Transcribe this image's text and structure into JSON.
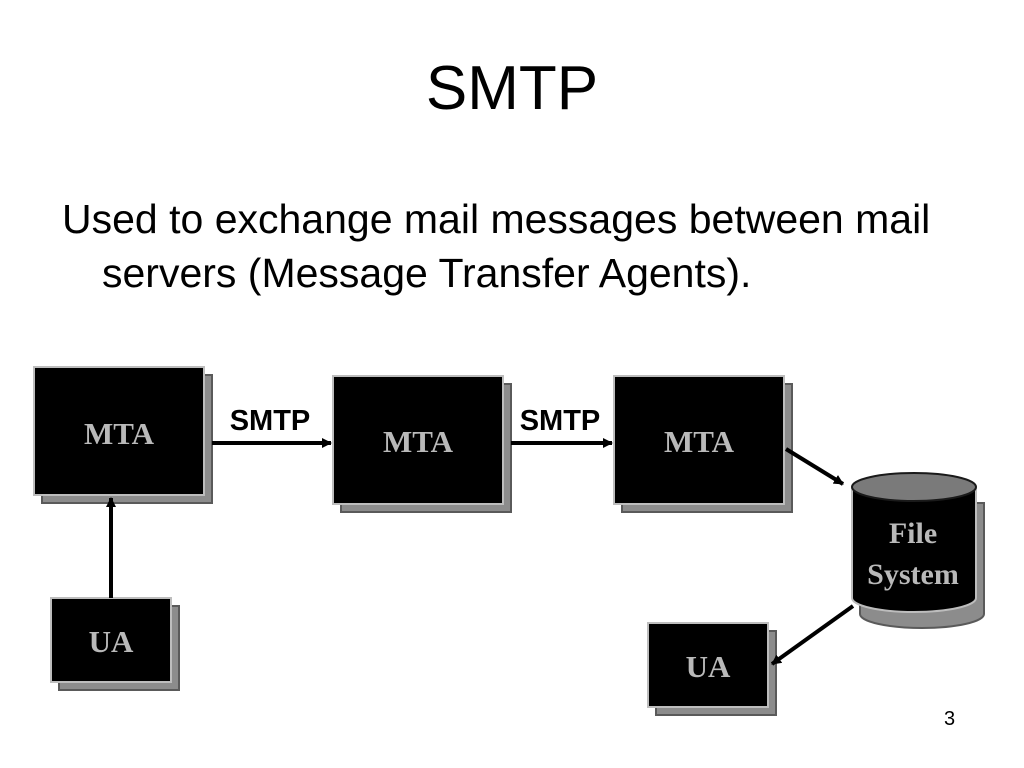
{
  "slide": {
    "title": "SMTP",
    "bullet": "Used to exchange mail messages between mail servers (Message Transfer Agents).",
    "page_number": "3"
  },
  "diagram": {
    "mta_1": "MTA",
    "mta_2": "MTA",
    "mta_3": "MTA",
    "ua_sender": "UA",
    "ua_receiver": "UA",
    "file_system_line1": "File",
    "file_system_line2": "System",
    "link_1_label": "SMTP",
    "link_2_label": "SMTP",
    "colors": {
      "box_fill": "#000000",
      "box_shadow": "#8c8c8c",
      "box_label": "#b9b9b9",
      "cylinder_top": "#7a7a7a"
    }
  }
}
